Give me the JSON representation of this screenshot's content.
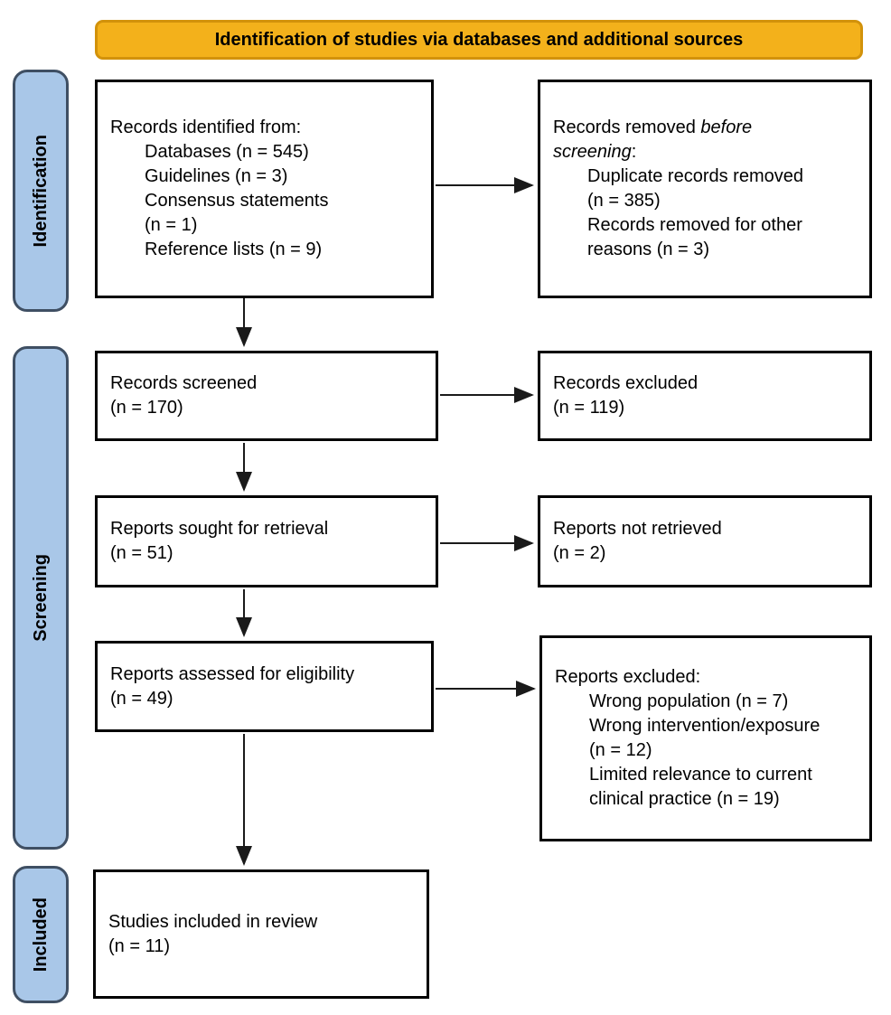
{
  "header": {
    "title": "Identification of studies via databases and additional sources"
  },
  "sidebar": {
    "stages": [
      {
        "label": "Identification"
      },
      {
        "label": "Screening"
      },
      {
        "label": "Included"
      }
    ]
  },
  "boxes": {
    "records_identified": {
      "title": "Records identified from:",
      "items": [
        "Databases (n = 545)",
        "Guidelines (n = 3)",
        "Consensus statements\n(n = 1)",
        "Reference lists (n = 9)"
      ]
    },
    "records_removed": {
      "title_prefix": "Records removed ",
      "title_italic": "before screening",
      "title_suffix": ":",
      "items": [
        "Duplicate records removed\n(n = 385)",
        "Records removed for other\nreasons (n = 3)"
      ]
    },
    "records_screened": {
      "label": "Records screened",
      "count": "(n = 170)"
    },
    "records_excluded": {
      "label": "Records excluded",
      "count": "(n = 119)"
    },
    "reports_sought": {
      "label": "Reports sought for retrieval",
      "count": "(n = 51)"
    },
    "reports_not_retrieved": {
      "label": "Reports not retrieved",
      "count": "(n = 2)"
    },
    "reports_assessed": {
      "label": "Reports assessed for eligibility",
      "count": "(n = 49)"
    },
    "reports_excluded": {
      "title": "Reports excluded:",
      "items": [
        "Wrong population (n = 7)",
        "Wrong intervention/exposure\n(n = 12)",
        "Limited relevance to current\nclinical practice (n = 19)"
      ]
    },
    "studies_included": {
      "label": "Studies included in review",
      "count": "(n = 11)"
    }
  },
  "colors": {
    "header_fill": "#F3B11B",
    "header_border": "#D2920B",
    "stage_fill": "#A9C7E8",
    "stage_border": "#3F4F63",
    "box_border": "#000000",
    "arrow": "#1A1A1A"
  }
}
